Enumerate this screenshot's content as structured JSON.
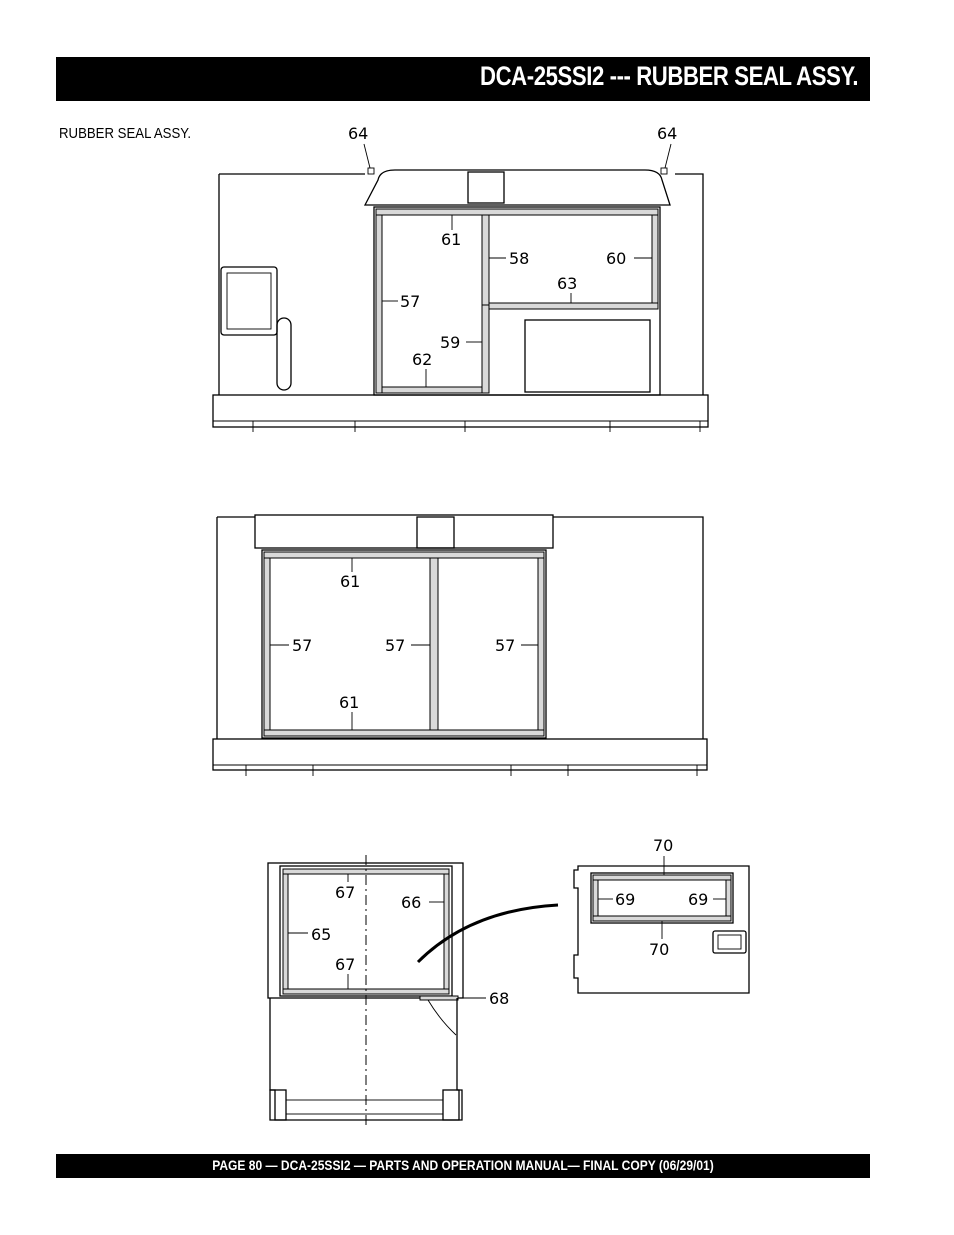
{
  "header": {
    "title": "DCA-25SSI2 --- RUBBER SEAL ASSY."
  },
  "section_label": "RUBBER SEAL ASSY.",
  "footer": {
    "text": "PAGE 80 — DCA-25SSI2 — PARTS AND OPERATION  MANUAL— FINAL COPY  (06/29/01)"
  },
  "callouts": {
    "view1": {
      "left64": "64",
      "right64": "64",
      "c61": "61",
      "c58": "58",
      "c60": "60",
      "c63": "63",
      "c57": "57",
      "c59": "59",
      "c62": "62"
    },
    "view2": {
      "top61": "61",
      "left57": "57",
      "mid57": "57",
      "right57": "57",
      "bottom61": "61"
    },
    "view3": {
      "top67": "67",
      "c66": "66",
      "c65": "65",
      "bottom67": "67",
      "c68": "68"
    },
    "view4": {
      "top70": "70",
      "left69": "69",
      "right69": "69",
      "bottom70": "70"
    }
  }
}
